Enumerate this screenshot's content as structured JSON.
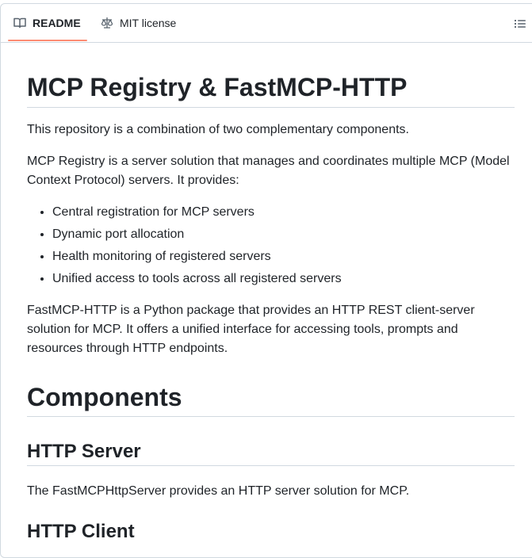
{
  "tabs": [
    {
      "label": "README",
      "icon": "book-icon",
      "active": true
    },
    {
      "label": "MIT license",
      "icon": "law-icon",
      "active": false
    }
  ],
  "toc_icon": "list-unordered-icon",
  "colors": {
    "accent_underline": "#fd8c73",
    "border": "#d1d9e0",
    "text": "#1f2328"
  },
  "readme": {
    "title": "MCP Registry & FastMCP-HTTP",
    "intro": "This repository is a combination of two complementary components.",
    "registry_desc": "MCP Registry is a server solution that manages and coordinates multiple MCP (Model Context Protocol) servers. It provides:",
    "features": [
      "Central registration for MCP servers",
      "Dynamic port allocation",
      "Health monitoring of registered servers",
      "Unified access to tools across all registered servers"
    ],
    "fastmcp_desc": "FastMCP-HTTP is a Python package that provides an HTTP REST client-server solution for MCP. It offers a unified interface for accessing tools, prompts and resources through HTTP endpoints.",
    "components_heading": "Components",
    "http_server_heading": "HTTP Server",
    "http_server_desc": "The FastMCPHttpServer provides an HTTP server solution for MCP.",
    "http_client_heading": "HTTP Client"
  }
}
